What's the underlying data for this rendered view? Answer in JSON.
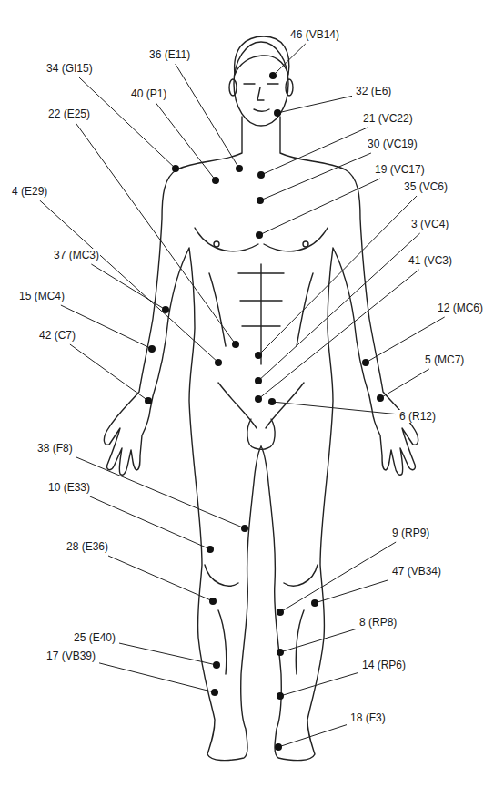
{
  "diagram": {
    "labels": [
      "46 (VB14)",
      "36 (E11)",
      "34 (GI15)",
      "40 (P1)",
      "32 (E6)",
      "21 (VC22)",
      "22 (E25)",
      "30 (VC19)",
      "19 (VC17)",
      "35 (VC6)",
      "4 (E29)",
      "3 (VC4)",
      "37 (MC3)",
      "41 (VC3)",
      "15 (MC4)",
      "12 (MC6)",
      "42 (C7)",
      "5 (MC7)",
      "6 (R12)",
      "38 (F8)",
      "10 (E33)",
      "9 (RP9)",
      "28 (E36)",
      "47 (VB34)",
      "8 (RP8)",
      "25 (E40)",
      "14 (RP6)",
      "17 (VB39)",
      "18 (F3)"
    ]
  }
}
